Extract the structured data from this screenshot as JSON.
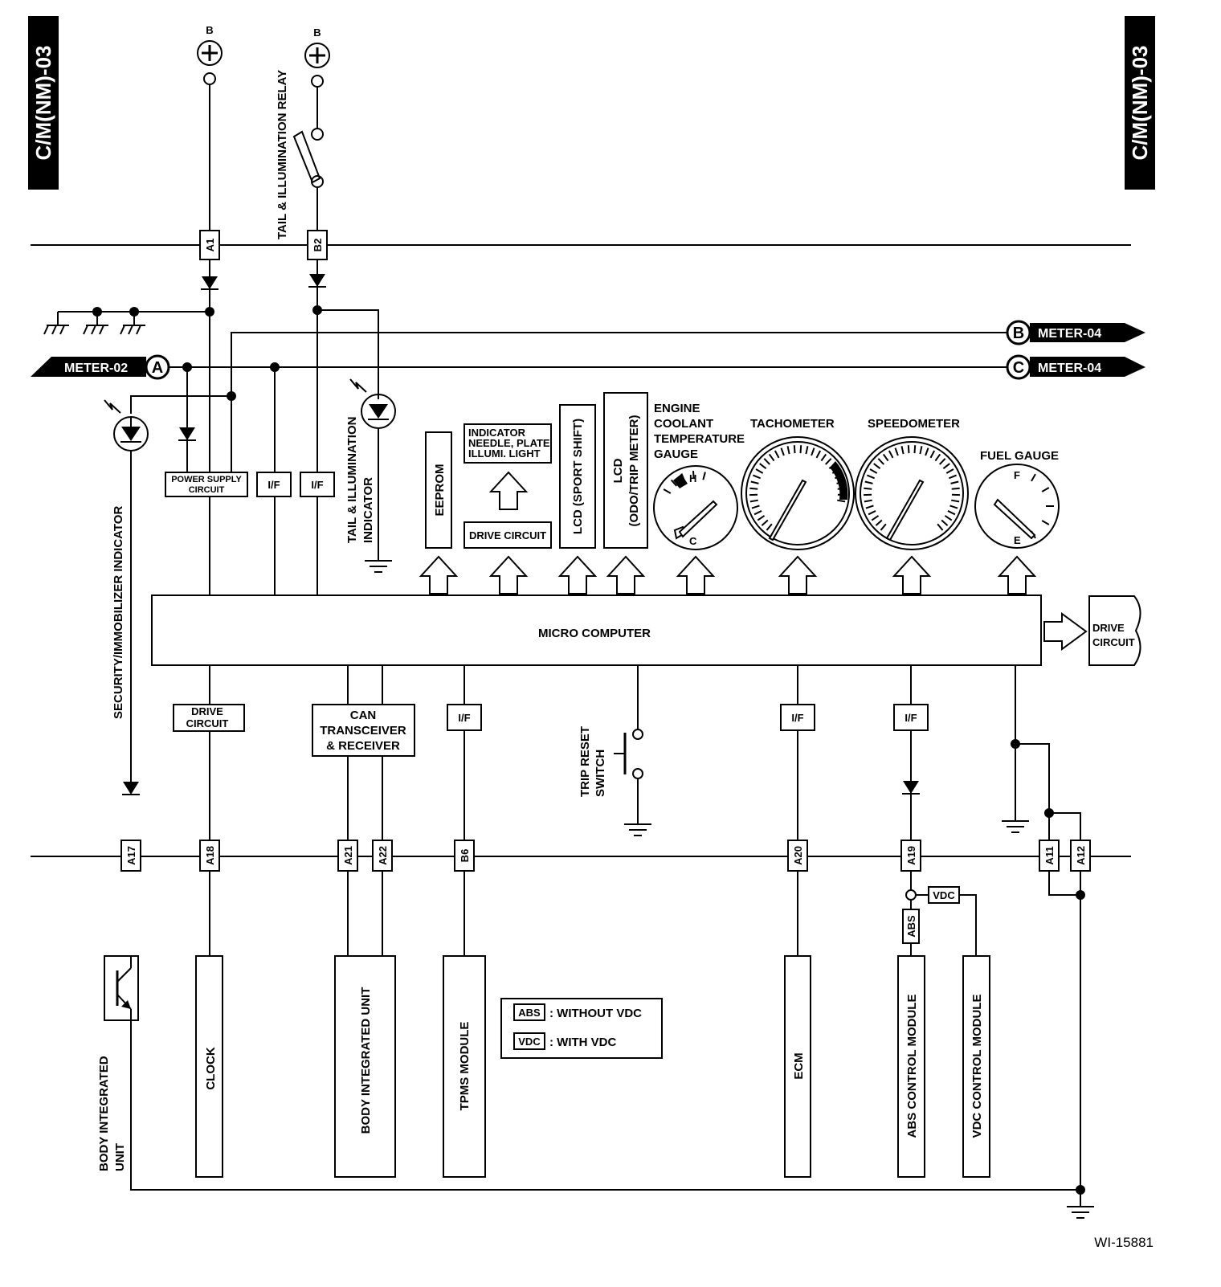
{
  "page_code": "C/M(NM)-03",
  "figure_id": "WI-15881",
  "supply": {
    "terminal": "B"
  },
  "connectors": {
    "a1": "A1",
    "b2": "B2",
    "a17": "A17",
    "a18": "A18",
    "a21": "A21",
    "a22": "A22",
    "b6": "B6",
    "a20": "A20",
    "a19": "A19",
    "a11": "A11",
    "a12": "A12"
  },
  "refs": {
    "meter02": "METER-02",
    "meter04": "METER-04",
    "ref_a": "A",
    "ref_b": "B",
    "ref_c": "C"
  },
  "components": {
    "relay": "TAIL & ILLUMINATION RELAY",
    "tail_indicator": [
      "TAIL & ILLUMINATION",
      "INDICATOR"
    ],
    "security_indicator": "SECURITY/IMMOBILIZER INDICATOR",
    "power_supply": [
      "POWER SUPPLY",
      "CIRCUIT"
    ],
    "if_label": "I/F",
    "eeprom": "EEPROM",
    "indicator_light": [
      "INDICATOR",
      "NEEDLE, PLATE",
      "ILLUMI. LIGHT"
    ],
    "drive_circuit": "DRIVE CIRCUIT",
    "lcd_sport": "LCD (SPORT SHIFT)",
    "lcd_odo": [
      "LCD",
      "(ODO/TRIP METER)"
    ],
    "coolant_gauge": [
      "ENGINE",
      "COOLANT",
      "TEMPERATURE",
      "GAUGE"
    ],
    "tachometer": "TACHOMETER",
    "speedometer": "SPEEDOMETER",
    "fuel_gauge": "FUEL GAUGE",
    "micro_computer": "MICRO COMPUTER",
    "drive_circuit_right": [
      "DRIVE",
      "CIRCUIT"
    ],
    "drive_circuit_lower": [
      "DRIVE",
      "CIRCUIT"
    ],
    "can": [
      "CAN",
      "TRANSCEIVER",
      "& RECEIVER"
    ],
    "trip_reset": [
      "TRIP RESET",
      "SWITCH"
    ]
  },
  "gauge_marks": {
    "hot": "H",
    "cold": "C",
    "full": "F",
    "empty": "E"
  },
  "modules": {
    "body_integrated_unit_left": [
      "BODY INTEGRATED",
      "UNIT"
    ],
    "clock": "CLOCK",
    "body_integrated_unit": "BODY INTEGRATED UNIT",
    "tpms": "TPMS MODULE",
    "ecm": "ECM",
    "abs_module": "ABS CONTROL MODULE",
    "vdc_module": "VDC CONTROL MODULE"
  },
  "variants": {
    "abs": "ABS",
    "vdc": "VDC"
  },
  "legend": [
    {
      "code": "ABS",
      "text": ": WITHOUT VDC"
    },
    {
      "code": "VDC",
      "text": ": WITH VDC"
    }
  ]
}
